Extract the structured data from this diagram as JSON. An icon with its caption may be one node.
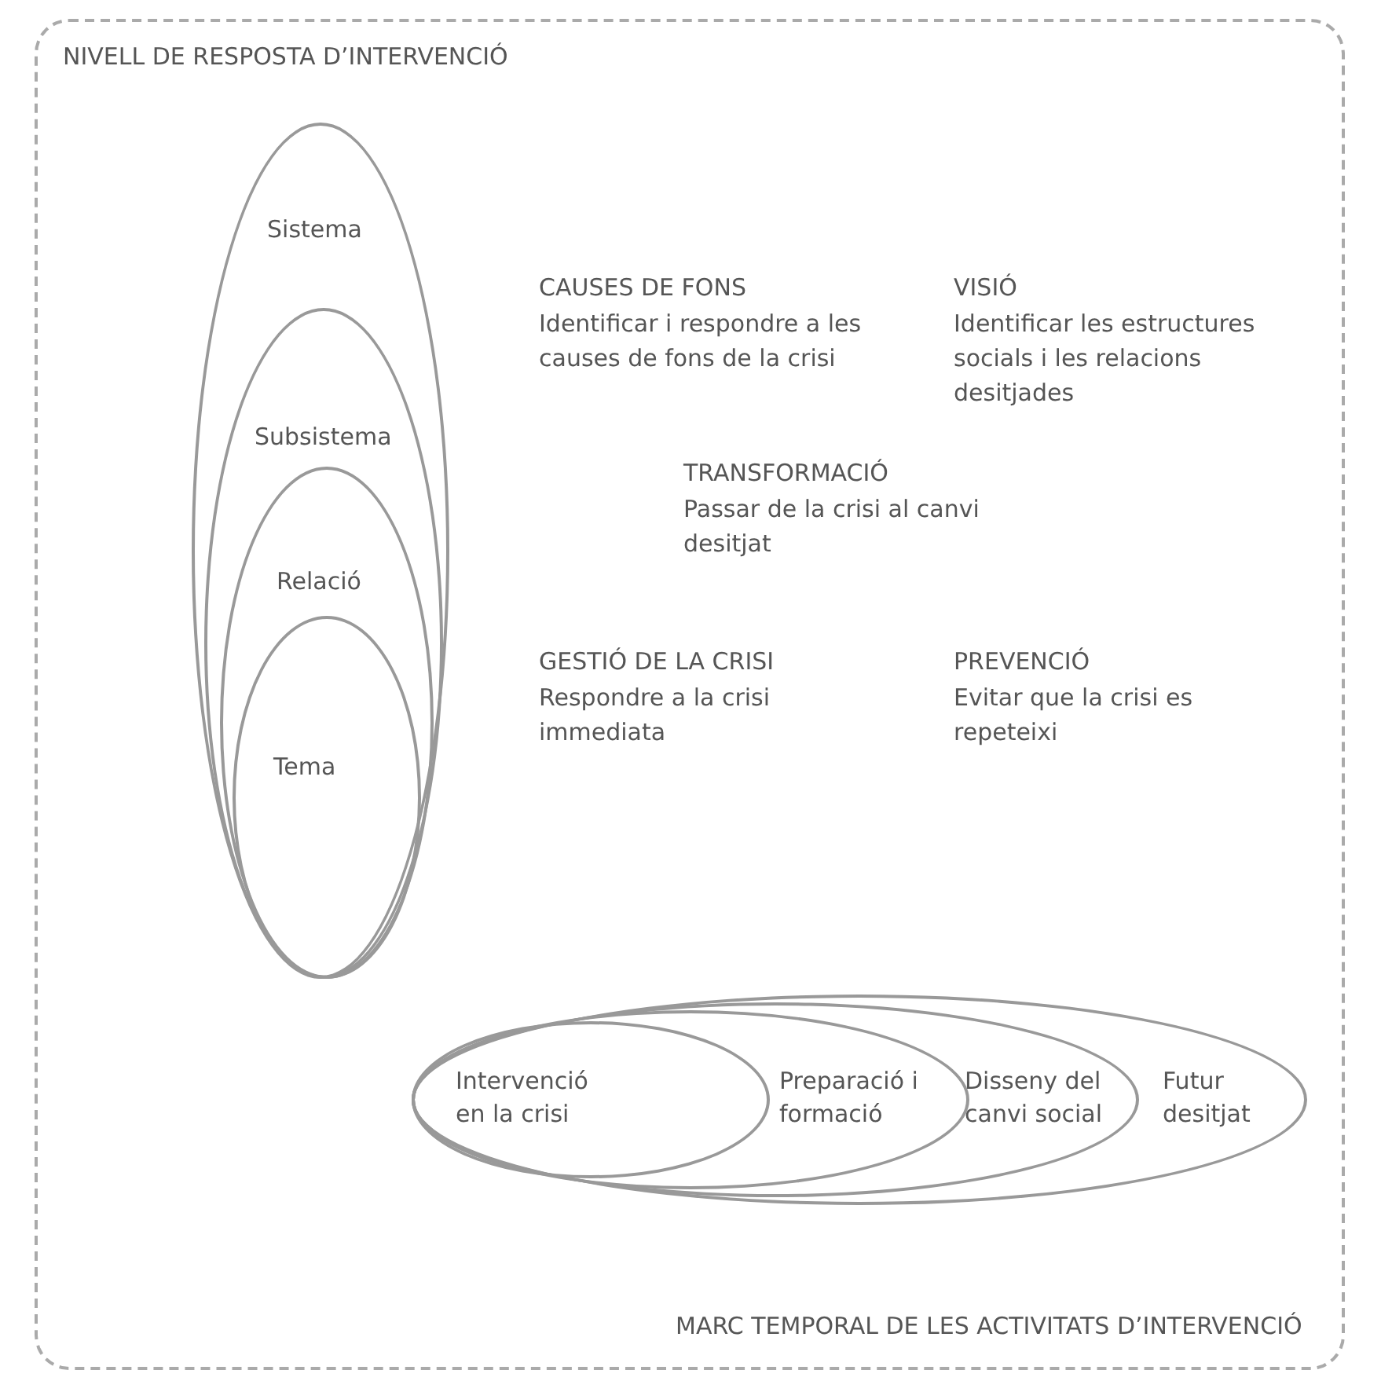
{
  "diagram": {
    "nodes": [
      {
        "text": [
          "NIVELL DE RESPOSTA D’INTERVENCIÓ",
          "MARC TEMPORAL DE LES ACTIVITATS D’INTERVENCIÓ"
        ]
      },
      {
        "text": [
          "Sistema"
        ],
        "in": 0
      },
      {
        "text": [
          "Subsistema"
        ],
        "in": 1
      },
      {
        "text": [
          "Relació"
        ],
        "in": 2
      },
      {
        "text": [
          "Tema"
        ],
        "in": 3
      },
      {
        "text": [
          "Futur desitjat"
        ],
        "in": 0
      },
      {
        "text": [
          "Disseny del canvi social"
        ],
        "in": 5
      },
      {
        "text": [
          "Preparació i formació"
        ],
        "in": 6
      },
      {
        "text": [
          "Intervenció en la crisi"
        ],
        "in": 7
      }
    ],
    "edges": [],
    "labels": [
      "CAUSES DE FONS",
      "Identificar i respondre a les causes de fons de la crisi",
      "VISIÓ",
      "Identificar les estructures socials i les relacions desitjades",
      "TRANSFORMACIÓ",
      "Passar de la crisi al canvi desitjat",
      "GESTIÓ DE LA CRISI",
      "Respondre a la crisi immediata",
      "PREVENCIÓ",
      "Evitar que la crisi es repeteixi"
    ]
  }
}
